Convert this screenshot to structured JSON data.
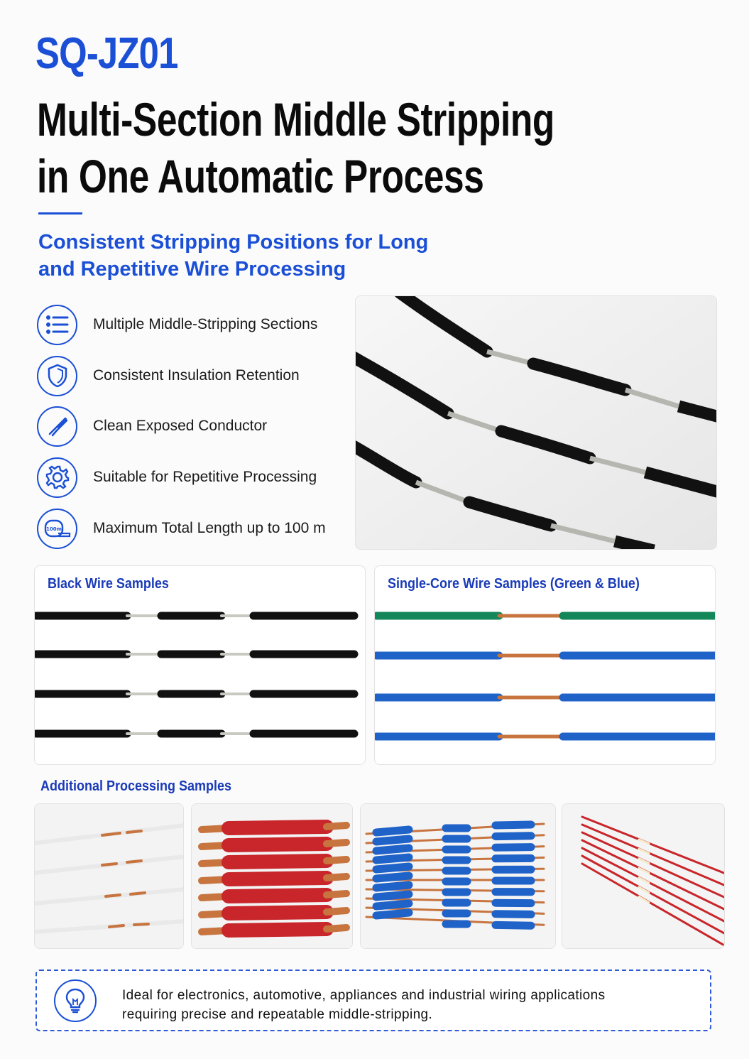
{
  "header": {
    "model": "SQ-JZ01",
    "headline_line1": "Multi-Section Middle Stripping",
    "headline_line2": "in One Automatic Process",
    "subhead_line1": "Consistent Stripping Positions for Long",
    "subhead_line2": "and Repetitive Wire Processing"
  },
  "features": [
    {
      "icon": "list-icon",
      "label": "Multiple Middle-Stripping Sections"
    },
    {
      "icon": "shield-icon",
      "label": "Consistent Insulation Retention"
    },
    {
      "icon": "conductor-icon",
      "label": "Clean Exposed Conductor"
    },
    {
      "icon": "gear-icon",
      "label": "Suitable for Repetitive Processing"
    },
    {
      "icon": "tape-measure-icon",
      "label": "Maximum Total Length up to 100 m",
      "icon_text": "100m"
    }
  ],
  "panels": {
    "black_title": "Black Wire Samples",
    "color_title": "Single-Core Wire Samples (Green & Blue)",
    "additional_title": "Additional Processing Samples"
  },
  "colors": {
    "accent": "#1a4fd6",
    "insulation_black": "#111111",
    "insulation_green": "#13875a",
    "insulation_blue": "#1f62c8",
    "copper": "#c8743f",
    "insulation_red": "#c8262a"
  },
  "note": {
    "icon": "lightbulb-icon",
    "line1": "Ideal for electronics, automotive, appliances and industrial wiring applications",
    "line2": "requiring precise and repeatable middle-stripping."
  }
}
